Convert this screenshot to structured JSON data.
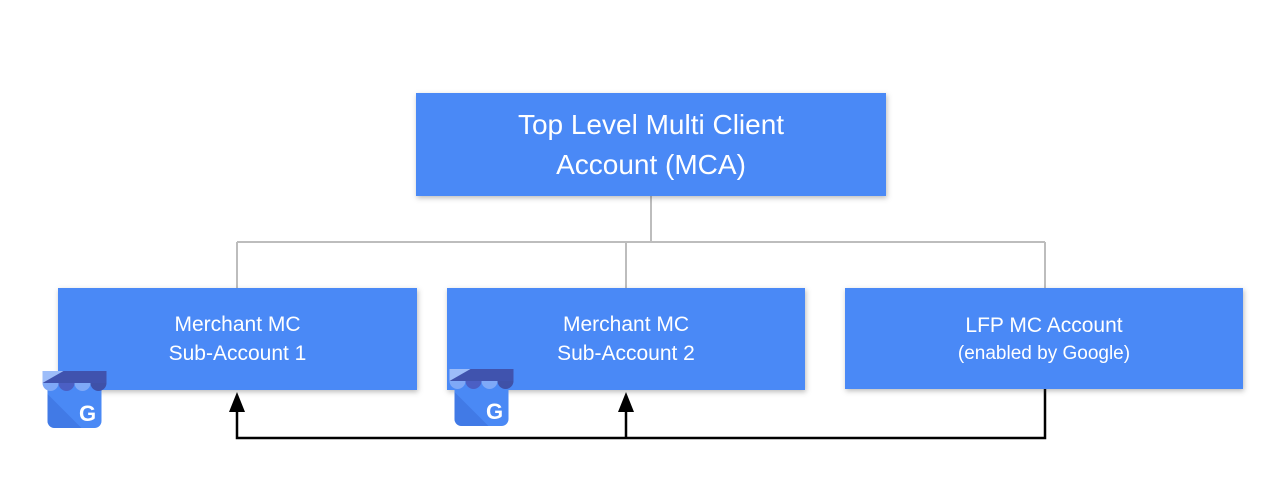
{
  "diagram": {
    "nodes": {
      "mca": {
        "line1": "Top Level Multi Client",
        "line2": "Account (MCA)"
      },
      "sub1": {
        "line1": "Merchant MC",
        "line2": "Sub-Account 1"
      },
      "sub2": {
        "line1": "Merchant MC",
        "line2": "Sub-Account 2"
      },
      "lfp": {
        "line1": "LFP MC Account",
        "line2": "(enabled by Google)"
      }
    },
    "icons": {
      "gmb1": {
        "name": "google-my-business-storefront-icon",
        "letter": "G"
      },
      "gmb2": {
        "name": "google-my-business-storefront-icon",
        "letter": "G"
      }
    },
    "colors": {
      "node_blue": "#4A89F6",
      "connector_gray": "#BDBDBD",
      "arrow_black": "#000000",
      "text_white": "#FFFFFF",
      "icon_awning_dark": "#4356B0",
      "icon_awning_light": "#7FA9F7",
      "icon_body_blue": "#4A89F5"
    }
  }
}
